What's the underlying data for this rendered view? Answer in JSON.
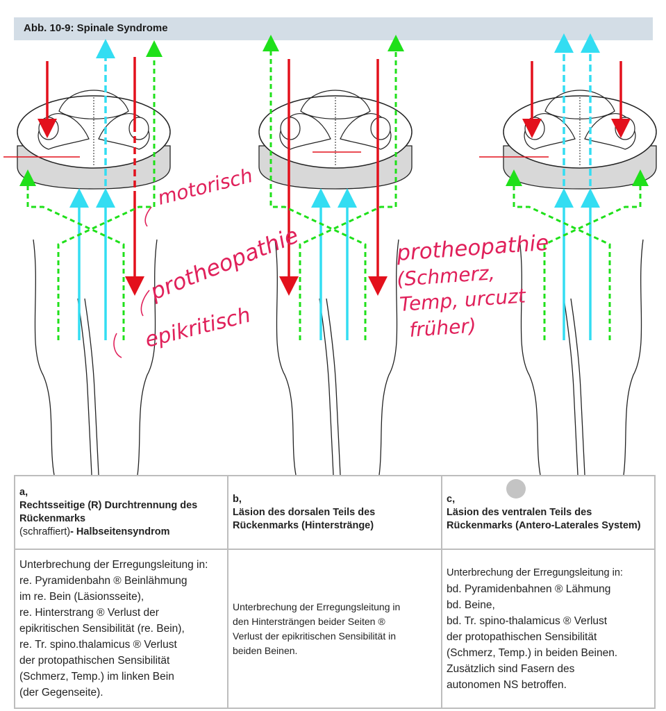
{
  "header": {
    "title": "Abb. 10-9: Spinale Syndrome"
  },
  "annotations": {
    "motorisch": "motorisch",
    "protheopathie_a": "protheopathie",
    "epikritisch": "epikritisch",
    "protheopathie_b_1": "protheopathie",
    "protheopathie_b_2": "(Schmerz,",
    "protheopathie_b_3": "Temp, urcuzt",
    "protheopathie_b_4": "früher)"
  },
  "colors": {
    "motor": "#e3101c",
    "epicritic": "#33ddf2",
    "protopathic": "#1fe01a",
    "header_bg": "#d3dde6"
  },
  "columns": [
    {
      "letter": "a,",
      "title": "Rechtsseitige (R) Durchtrennung des Rückenmarks",
      "note_normal": "(schraffiert)",
      "note_bold": "- Halbseitensyndrom",
      "lines": [
        "Unterbrechung der Erregungsleitung in:",
        "re. Pyramidenbahn ® Beinlähmung",
        "im re. Bein (Läsionsseite),",
        "re. Hinterstrang ® Verlust der",
        "epikritischen Sensibilität (re. Bein),",
        "re. Tr. spino.thalamicus ® Verlust",
        "der protopathischen Sensibilität",
        "(Schmerz, Temp.) im linken Bein",
        "(der Gegenseite)."
      ]
    },
    {
      "letter": "b,",
      "title": "Läsion des dorsalen Teils des Rückenmarks (Hinterstränge)",
      "lines": [
        "Unterbrechung der Erregungsleitung in",
        "den Hintersträngen beider Seiten ®",
        "Verlust der epikritischen Sensibilität in",
        "beiden Beinen."
      ]
    },
    {
      "letter": "c,",
      "title": "Läsion des ventralen Teils des Rückenmarks (Antero-Laterales System)",
      "lines": [
        "Unterbrechung der Erregungsleitung in:",
        "bd. Pyramidenbahnen ® Lähmung",
        "bd. Beine,",
        "bd. Tr. spino-thalamicus ® Verlust",
        "der protopathischen Sensibilität",
        "(Schmerz, Temp.) in beiden Beinen.",
        "Zusätzlich sind Fasern des",
        "autonomen NS betroffen."
      ]
    }
  ]
}
